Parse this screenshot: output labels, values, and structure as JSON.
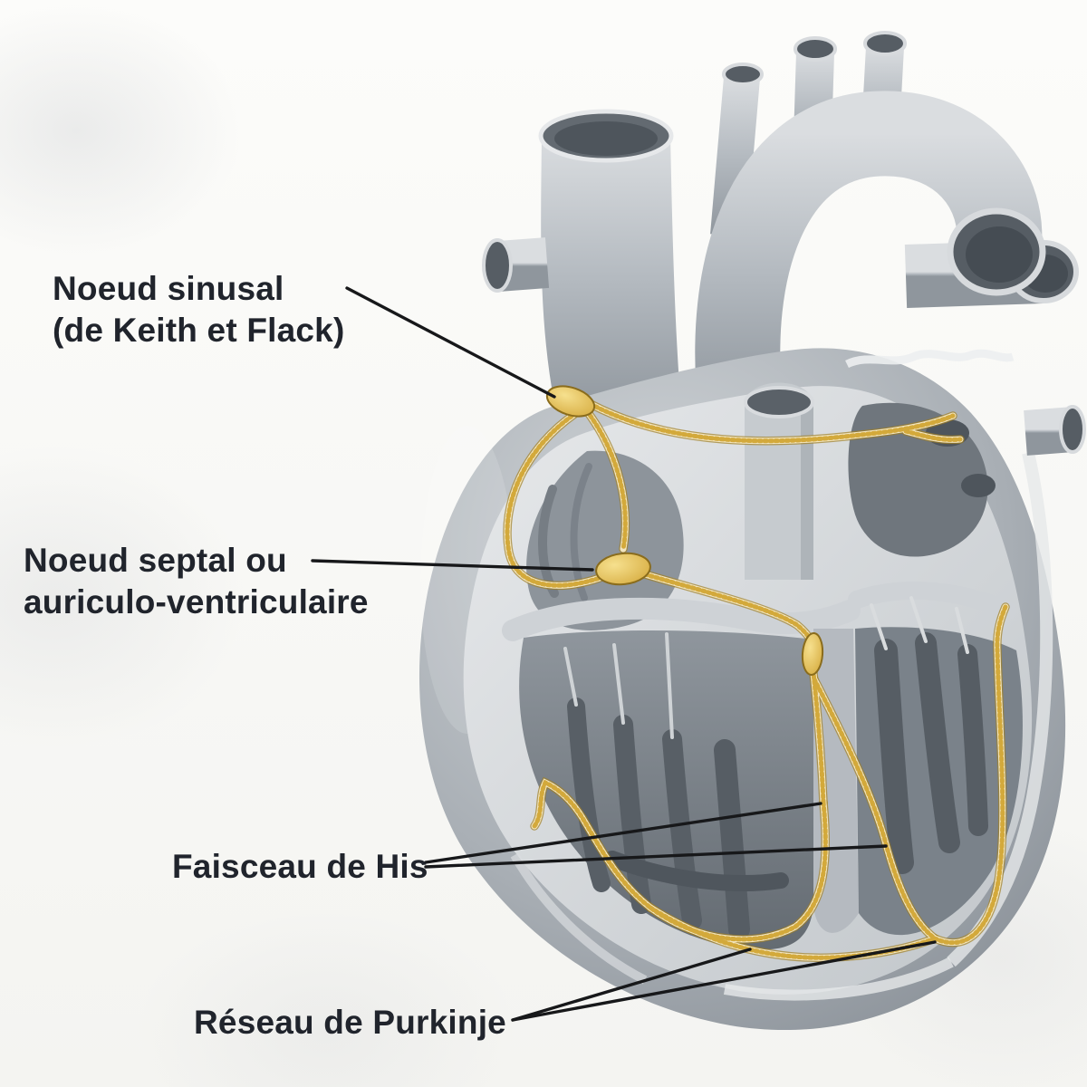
{
  "figure": {
    "background_color": "#f7f7f4",
    "colors": {
      "heart_gray": "#a9afb5",
      "chamber_gray": "#6f767d",
      "conduction_gold": "#d3a93b",
      "node_gold": "#e8c764",
      "label_text": "#20242c",
      "leader_line": "#17181a"
    },
    "labels": {
      "sinus_node": {
        "line1": "Noeud sinusal",
        "line2": "(de Keith et Flack)"
      },
      "av_node": {
        "line1": "Noeud septal ou",
        "line2": "auriculo-ventriculaire"
      },
      "his_bundle": {
        "line1": "Faisceau de His"
      },
      "purkinje": {
        "line1": "Réseau de Purkinje"
      }
    },
    "structures": [
      {
        "name": "sinus-node-marker"
      },
      {
        "name": "av-node-marker"
      },
      {
        "name": "his-bundle-path"
      },
      {
        "name": "purkinje-network-path"
      }
    ]
  }
}
